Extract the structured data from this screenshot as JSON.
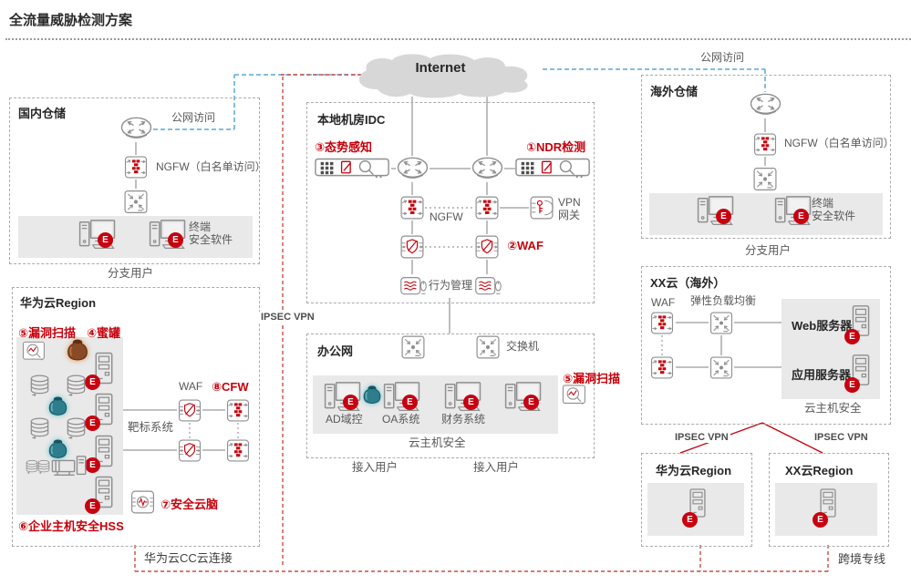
{
  "title": "全流量威胁检测方案",
  "internet_label": "Internet",
  "badge": "E",
  "labels": {
    "public_access_left": "公网访问",
    "public_access_right": "公网访问",
    "ipsec_vpn_mid": "IPSEC VPN",
    "ipsec_vpn_bottom_left": "IPSEC VPN",
    "ipsec_vpn_bottom_right": "IPSEC VPN",
    "cc_connection": "华为云CC云连接",
    "cross_border_line": "跨境专线"
  },
  "domestic_warehouse": {
    "title": "国内仓储",
    "ngfw": "NGFW（白名单访问）",
    "endpoint_software": "终端\n安全软件",
    "footer": "分支用户"
  },
  "overseas_warehouse": {
    "title": "海外仓储",
    "ngfw": "NGFW（白名单访问）",
    "endpoint_software": "终端\n安全软件",
    "footer": "分支用户"
  },
  "idc": {
    "title": "本地机房IDC",
    "situational_awareness": "③态势感知",
    "ndr_detection": "①NDR检测",
    "ngfw": "NGFW",
    "vpn_gateway": "VPN\n网关",
    "waf": "②WAF",
    "behavior_mgmt": "行为管理"
  },
  "office_network": {
    "title": "办公网",
    "switch": "交换机",
    "vuln_scan": "⑤漏洞扫描",
    "hosts": [
      "AD域控",
      "OA系统",
      "财务系统"
    ],
    "cloud_host_security": "云主机安全",
    "access_user_left": "接入用户",
    "access_user_right": "接入用户"
  },
  "huawei_cloud_region": {
    "title": "华为云Region",
    "vuln_scan": "⑤漏洞扫描",
    "honeypot": "④蜜罐",
    "target_system": "靶标系统",
    "waf": "WAF",
    "cfw": "⑧CFW",
    "security_brain": "⑦安全云脑",
    "hss": "⑥企业主机安全HSS"
  },
  "xx_cloud_overseas": {
    "title": "XX云（海外）",
    "waf": "WAF",
    "elb": "弹性负载均衡",
    "web_server": "Web服务器",
    "app_server": "应用服务器",
    "cloud_host_security": "云主机安全"
  },
  "bottom_regions": {
    "huawei": {
      "title": "华为云Region"
    },
    "xx": {
      "title": "XX云Region"
    }
  },
  "colors": {
    "accent_red": "#c7000b",
    "line_blue": "#58a8d5",
    "line_red_dashed": "#cf4a42",
    "panel_gray": "#e9e9e9"
  }
}
